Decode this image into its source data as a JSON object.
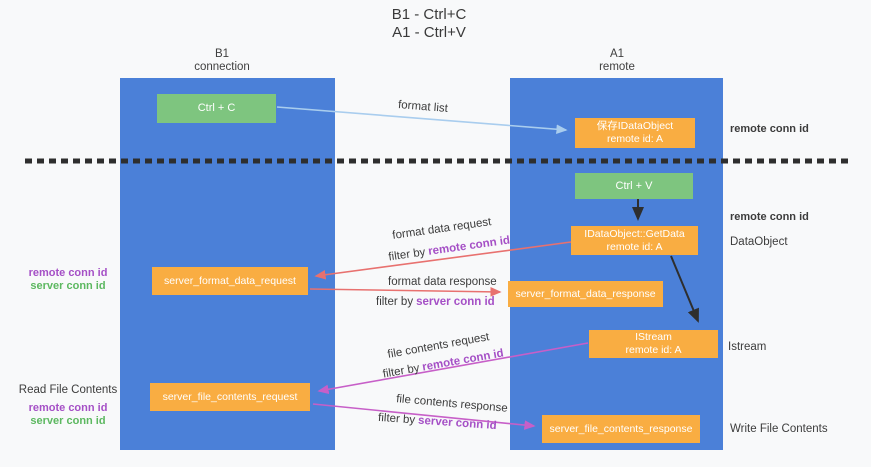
{
  "title": {
    "line1": "B1 - Ctrl+C",
    "line2": "A1 - Ctrl+V"
  },
  "lanes": {
    "b1": {
      "title": "B1",
      "subtitle": "connection"
    },
    "a1": {
      "title": "A1",
      "subtitle": "remote"
    }
  },
  "nodes": {
    "ctrl_c": {
      "label": "Ctrl + C"
    },
    "save_dataobject": {
      "line1": "保存IDataObject",
      "line2": "remote id: A"
    },
    "ctrl_v": {
      "label": "Ctrl + V"
    },
    "getdata": {
      "line1": "IDataObject::GetData",
      "line2": "remote id: A"
    },
    "format_request": {
      "label": "server_format_data_request"
    },
    "format_response": {
      "label": "server_format_data_response"
    },
    "istream": {
      "line1": "IStream",
      "line2": "remote id: A"
    },
    "file_request": {
      "label": "server_file_contents_request"
    },
    "file_response": {
      "label": "server_file_contents_response"
    }
  },
  "edge_labels": {
    "format_list": "format list",
    "format_data_request": "format data request",
    "format_data_response": "format data response",
    "file_contents_request": "file contents request",
    "file_contents_response": "file contents response",
    "filter_by": "filter by",
    "remote_conn_id": "remote conn id",
    "server_conn_id": "server conn id"
  },
  "side_labels": {
    "right_remote_conn_id_top": "remote conn id",
    "right_remote_conn_id_mid": "remote conn id",
    "dataobject": "DataObject",
    "istream": "Istream",
    "write_file_contents": "Write File Contents",
    "left_remote_conn_id_mid": "remote conn id",
    "left_server_conn_id_mid": "server conn id",
    "read_file_contents": "Read File Contents",
    "left_remote_conn_id_bottom": "remote conn id",
    "left_server_conn_id_bottom": "server conn id"
  },
  "colors": {
    "lane_blue": "#4b80d8",
    "node_orange": "#f9ad42",
    "node_green": "#7ec57f",
    "arrow_black": "#2e2e2e",
    "arrow_salmon": "#e8716f",
    "arrow_magenta": "#c75fc8",
    "arrow_lightblue": "#a9cdee",
    "text_purple": "#a550c6",
    "text_green": "#5cb860",
    "text_dark": "#3c3c3c"
  }
}
